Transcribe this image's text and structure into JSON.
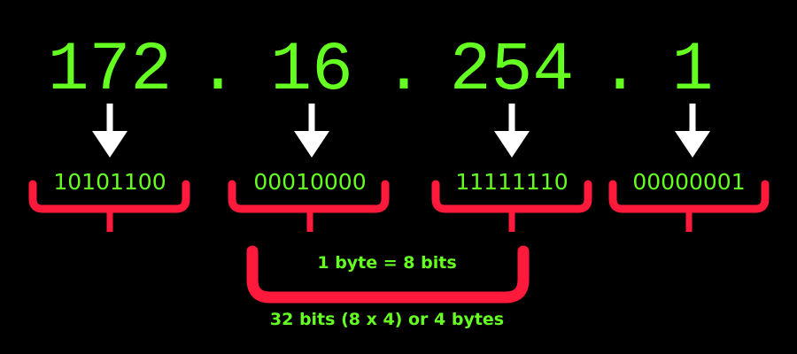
{
  "ip": {
    "octets": [
      "172",
      "16",
      "254",
      "1"
    ],
    "separator": "."
  },
  "binary": [
    "10101100",
    "00010000",
    "11111110",
    "00000001"
  ],
  "labels": {
    "byte": "1 byte = 8 bits",
    "total": "32 bits (8 x 4) or 4 bytes"
  },
  "colors": {
    "background": "#000000",
    "text": "#66ff22",
    "bracket": "#ff1a3c",
    "arrow": "#ffffff"
  },
  "icons": {
    "arrow": "arrow-down-icon",
    "bracket": "curly-bracket"
  }
}
